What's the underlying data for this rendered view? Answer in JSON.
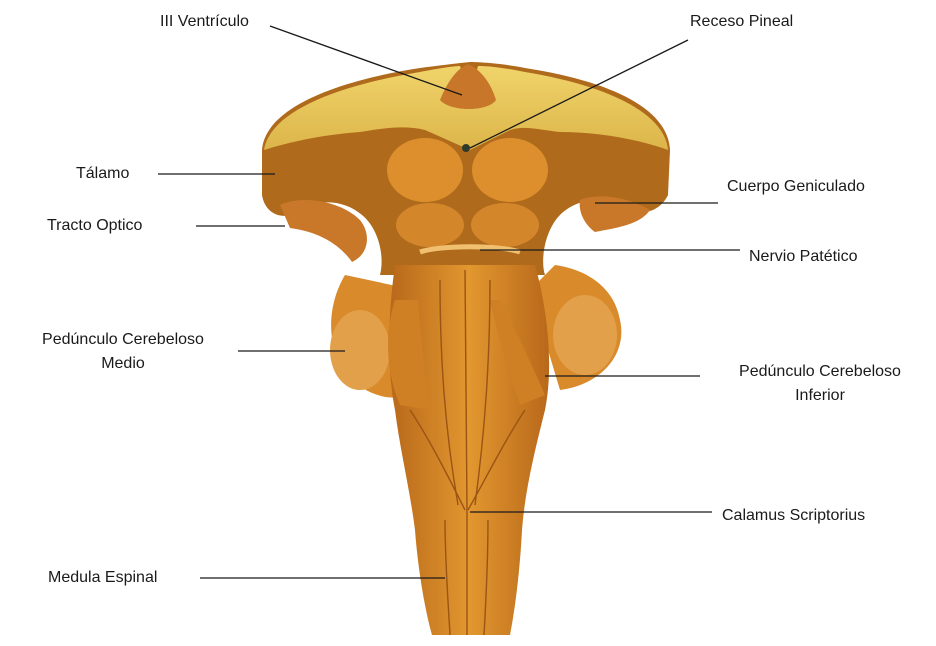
{
  "labels": {
    "ventricle": "III Ventrículo",
    "pineal": "Receso Pineal",
    "thalamus": "Tálamo",
    "optic_tract": "Tracto Optico",
    "geniculate": "Cuerpo Geniculado",
    "pathetic_nerve": "Nervio Patético",
    "middle_peduncle_1": "Pedúnculo Cerebeloso",
    "middle_peduncle_2": "Medio",
    "inferior_peduncle_1": "Pedúnculo Cerebeloso",
    "inferior_peduncle_2": "Inferior",
    "calamus": "Calamus Scriptorius",
    "spinal_cord": "Medula Espinal"
  },
  "colors": {
    "thalamus_top": "#e8c95a",
    "tissue": "#d98a2a",
    "tissue_dark": "#a85a12",
    "tissue_light": "#eba84a",
    "leader_line": "#1a1a1a"
  }
}
